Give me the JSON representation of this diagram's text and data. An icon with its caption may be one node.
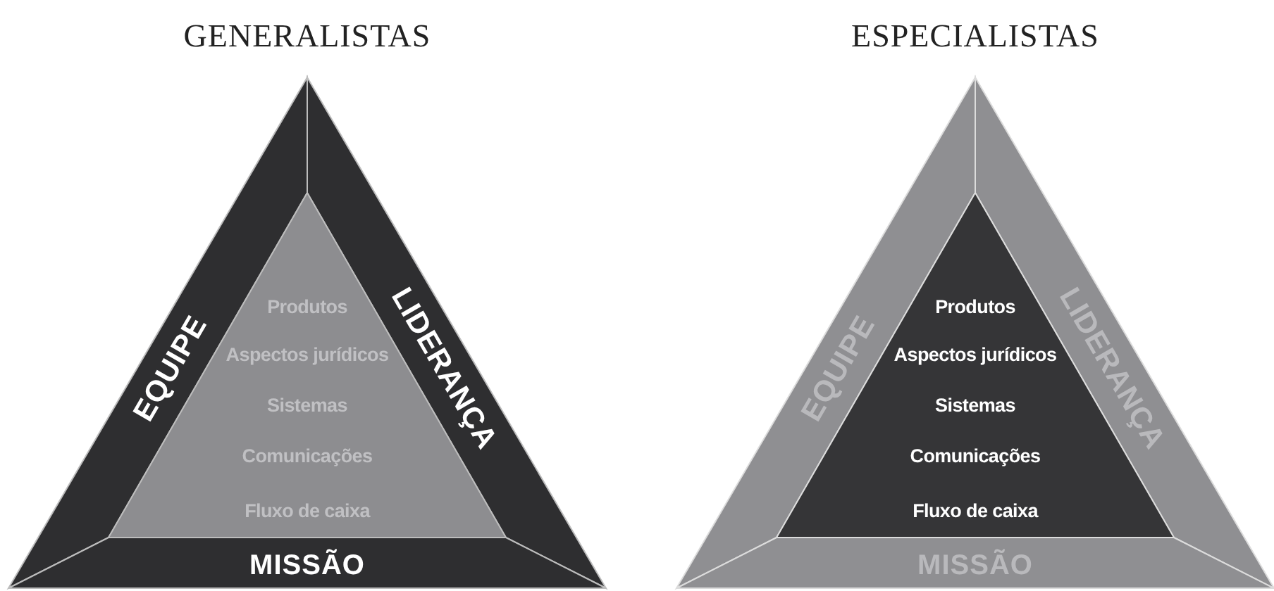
{
  "diagram": {
    "nodes": [
      {
        "text": [
          "GENERALISTAS"
        ]
      },
      {
        "text": [
          "EQUIPE"
        ],
        "in": 0
      },
      {
        "text": [
          "LIDERANÇA"
        ],
        "in": 0
      },
      {
        "text": [
          "MISSÃO"
        ],
        "in": 0
      },
      {
        "text": [
          "Produtos",
          "Aspectos jurídicos",
          "Sistemas",
          "Comunicações",
          "Fluxo de caixa"
        ],
        "in": 0
      },
      {
        "text": [
          "ESPECIALISTAS"
        ]
      },
      {
        "text": [
          "EQUIPE"
        ],
        "in": 5
      },
      {
        "text": [
          "LIDERANÇA"
        ],
        "in": 5
      },
      {
        "text": [
          "MISSÃO"
        ],
        "in": 5
      },
      {
        "text": [
          "Produtos",
          "Aspectos jurídicos",
          "Sistemas",
          "Comunicações",
          "Fluxo de caixa"
        ],
        "in": 5
      }
    ]
  }
}
